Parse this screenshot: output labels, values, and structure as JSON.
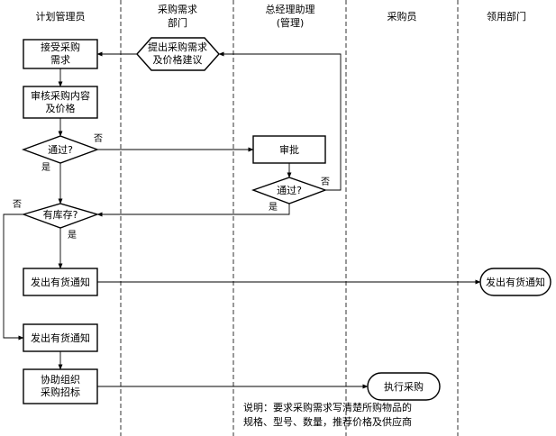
{
  "lanes": [
    {
      "title_lines": [
        "计划管理员"
      ]
    },
    {
      "title_lines": [
        "采购需求",
        "部门"
      ]
    },
    {
      "title_lines": [
        "总经理助理",
        "(管理)"
      ]
    },
    {
      "title_lines": [
        "采购员"
      ]
    },
    {
      "title_lines": [
        "领用部门"
      ]
    }
  ],
  "nodes": {
    "receive": {
      "lines": [
        "接受采购",
        "需求"
      ]
    },
    "propose": {
      "lines": [
        "提出采购需求",
        "及价格建议"
      ]
    },
    "review": {
      "lines": [
        "审核采购内容",
        "及价格"
      ]
    },
    "pass1": {
      "lines": [
        "通过?"
      ]
    },
    "approve": {
      "lines": [
        "审批"
      ]
    },
    "pass2": {
      "lines": [
        "通过?"
      ]
    },
    "stock": {
      "lines": [
        "有库存?"
      ]
    },
    "notice_a": {
      "lines": [
        "发出有货通知"
      ]
    },
    "notice_b": {
      "lines": [
        "发出有货通知"
      ]
    },
    "notice_c": {
      "lines": [
        "发出有货通知"
      ]
    },
    "assist": {
      "lines": [
        "协助组织",
        "采购招标"
      ]
    },
    "execute": {
      "lines": [
        "执行采购"
      ]
    }
  },
  "edge_labels": {
    "pass1_no": "否",
    "pass1_yes": "是",
    "pass2_no": "否",
    "pass2_yes": "是",
    "stock_no": "否",
    "stock_yes": "是"
  },
  "note_lines": [
    "说明：要求采购需求写清楚所购物品的",
    "规格、型号、数量，推荐价格及供应商"
  ]
}
